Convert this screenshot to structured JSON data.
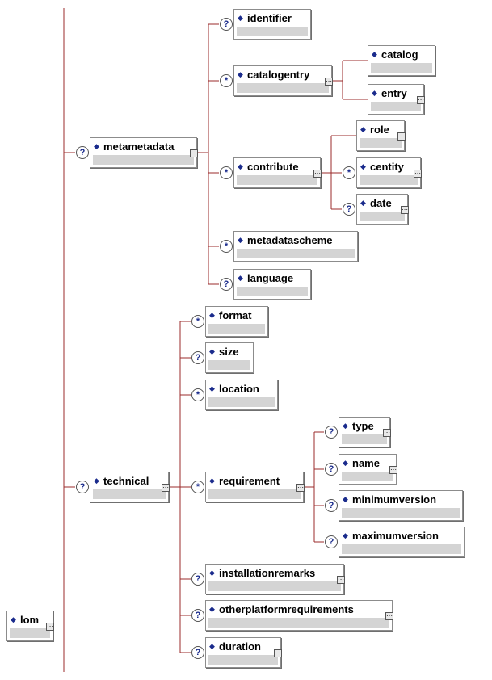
{
  "colors": {
    "connector": "#9b2b2b",
    "diamond": "#1a2b8c",
    "node_body": "#d4d4d4"
  },
  "icons": {
    "element": "diamond-icon",
    "children": "expand-icon",
    "optional": "optional-icon",
    "repeatable": "repeatable-icon"
  },
  "nodes": [
    {
      "id": "lom",
      "label": "lom",
      "occurrence": "",
      "expandable": true
    },
    {
      "id": "metametadata",
      "label": "metametadata",
      "occurrence": "?",
      "expandable": true
    },
    {
      "id": "identifier",
      "label": "identifier",
      "occurrence": "?",
      "expandable": false
    },
    {
      "id": "catalogentry",
      "label": "catalogentry",
      "occurrence": "*",
      "expandable": true
    },
    {
      "id": "catalog",
      "label": "catalog",
      "occurrence": "",
      "expandable": false
    },
    {
      "id": "entry",
      "label": "entry",
      "occurrence": "",
      "expandable": true
    },
    {
      "id": "contribute",
      "label": "contribute",
      "occurrence": "*",
      "expandable": true
    },
    {
      "id": "role",
      "label": "role",
      "occurrence": "",
      "expandable": true
    },
    {
      "id": "centity",
      "label": "centity",
      "occurrence": "*",
      "expandable": true
    },
    {
      "id": "date",
      "label": "date",
      "occurrence": "?",
      "expandable": true
    },
    {
      "id": "metadatascheme",
      "label": "metadatascheme",
      "occurrence": "*",
      "expandable": false
    },
    {
      "id": "language",
      "label": "language",
      "occurrence": "?",
      "expandable": false
    },
    {
      "id": "technical",
      "label": "technical",
      "occurrence": "?",
      "expandable": true
    },
    {
      "id": "format",
      "label": "format",
      "occurrence": "*",
      "expandable": false
    },
    {
      "id": "size",
      "label": "size",
      "occurrence": "?",
      "expandable": false
    },
    {
      "id": "location",
      "label": "location",
      "occurrence": "*",
      "expandable": false
    },
    {
      "id": "requirement",
      "label": "requirement",
      "occurrence": "*",
      "expandable": true
    },
    {
      "id": "type",
      "label": "type",
      "occurrence": "?",
      "expandable": true
    },
    {
      "id": "name",
      "label": "name",
      "occurrence": "?",
      "expandable": true
    },
    {
      "id": "minimumversion",
      "label": "minimumversion",
      "occurrence": "?",
      "expandable": false
    },
    {
      "id": "maximumversion",
      "label": "maximumversion",
      "occurrence": "?",
      "expandable": false
    },
    {
      "id": "installationremarks",
      "label": "installationremarks",
      "occurrence": "?",
      "expandable": true
    },
    {
      "id": "otherplatformrequirements",
      "label": "otherplatformrequirements",
      "occurrence": "?",
      "expandable": true
    },
    {
      "id": "duration",
      "label": "duration",
      "occurrence": "?",
      "expandable": true
    }
  ],
  "edges": [
    [
      "lom",
      "metametadata"
    ],
    [
      "lom",
      "technical"
    ],
    [
      "metametadata",
      "identifier"
    ],
    [
      "metametadata",
      "catalogentry"
    ],
    [
      "metametadata",
      "contribute"
    ],
    [
      "metametadata",
      "metadatascheme"
    ],
    [
      "metametadata",
      "language"
    ],
    [
      "catalogentry",
      "catalog"
    ],
    [
      "catalogentry",
      "entry"
    ],
    [
      "contribute",
      "role"
    ],
    [
      "contribute",
      "centity"
    ],
    [
      "contribute",
      "date"
    ],
    [
      "technical",
      "format"
    ],
    [
      "technical",
      "size"
    ],
    [
      "technical",
      "location"
    ],
    [
      "technical",
      "requirement"
    ],
    [
      "technical",
      "installationremarks"
    ],
    [
      "technical",
      "otherplatformrequirements"
    ],
    [
      "technical",
      "duration"
    ],
    [
      "requirement",
      "type"
    ],
    [
      "requirement",
      "name"
    ],
    [
      "requirement",
      "minimumversion"
    ],
    [
      "requirement",
      "maximumversion"
    ]
  ]
}
